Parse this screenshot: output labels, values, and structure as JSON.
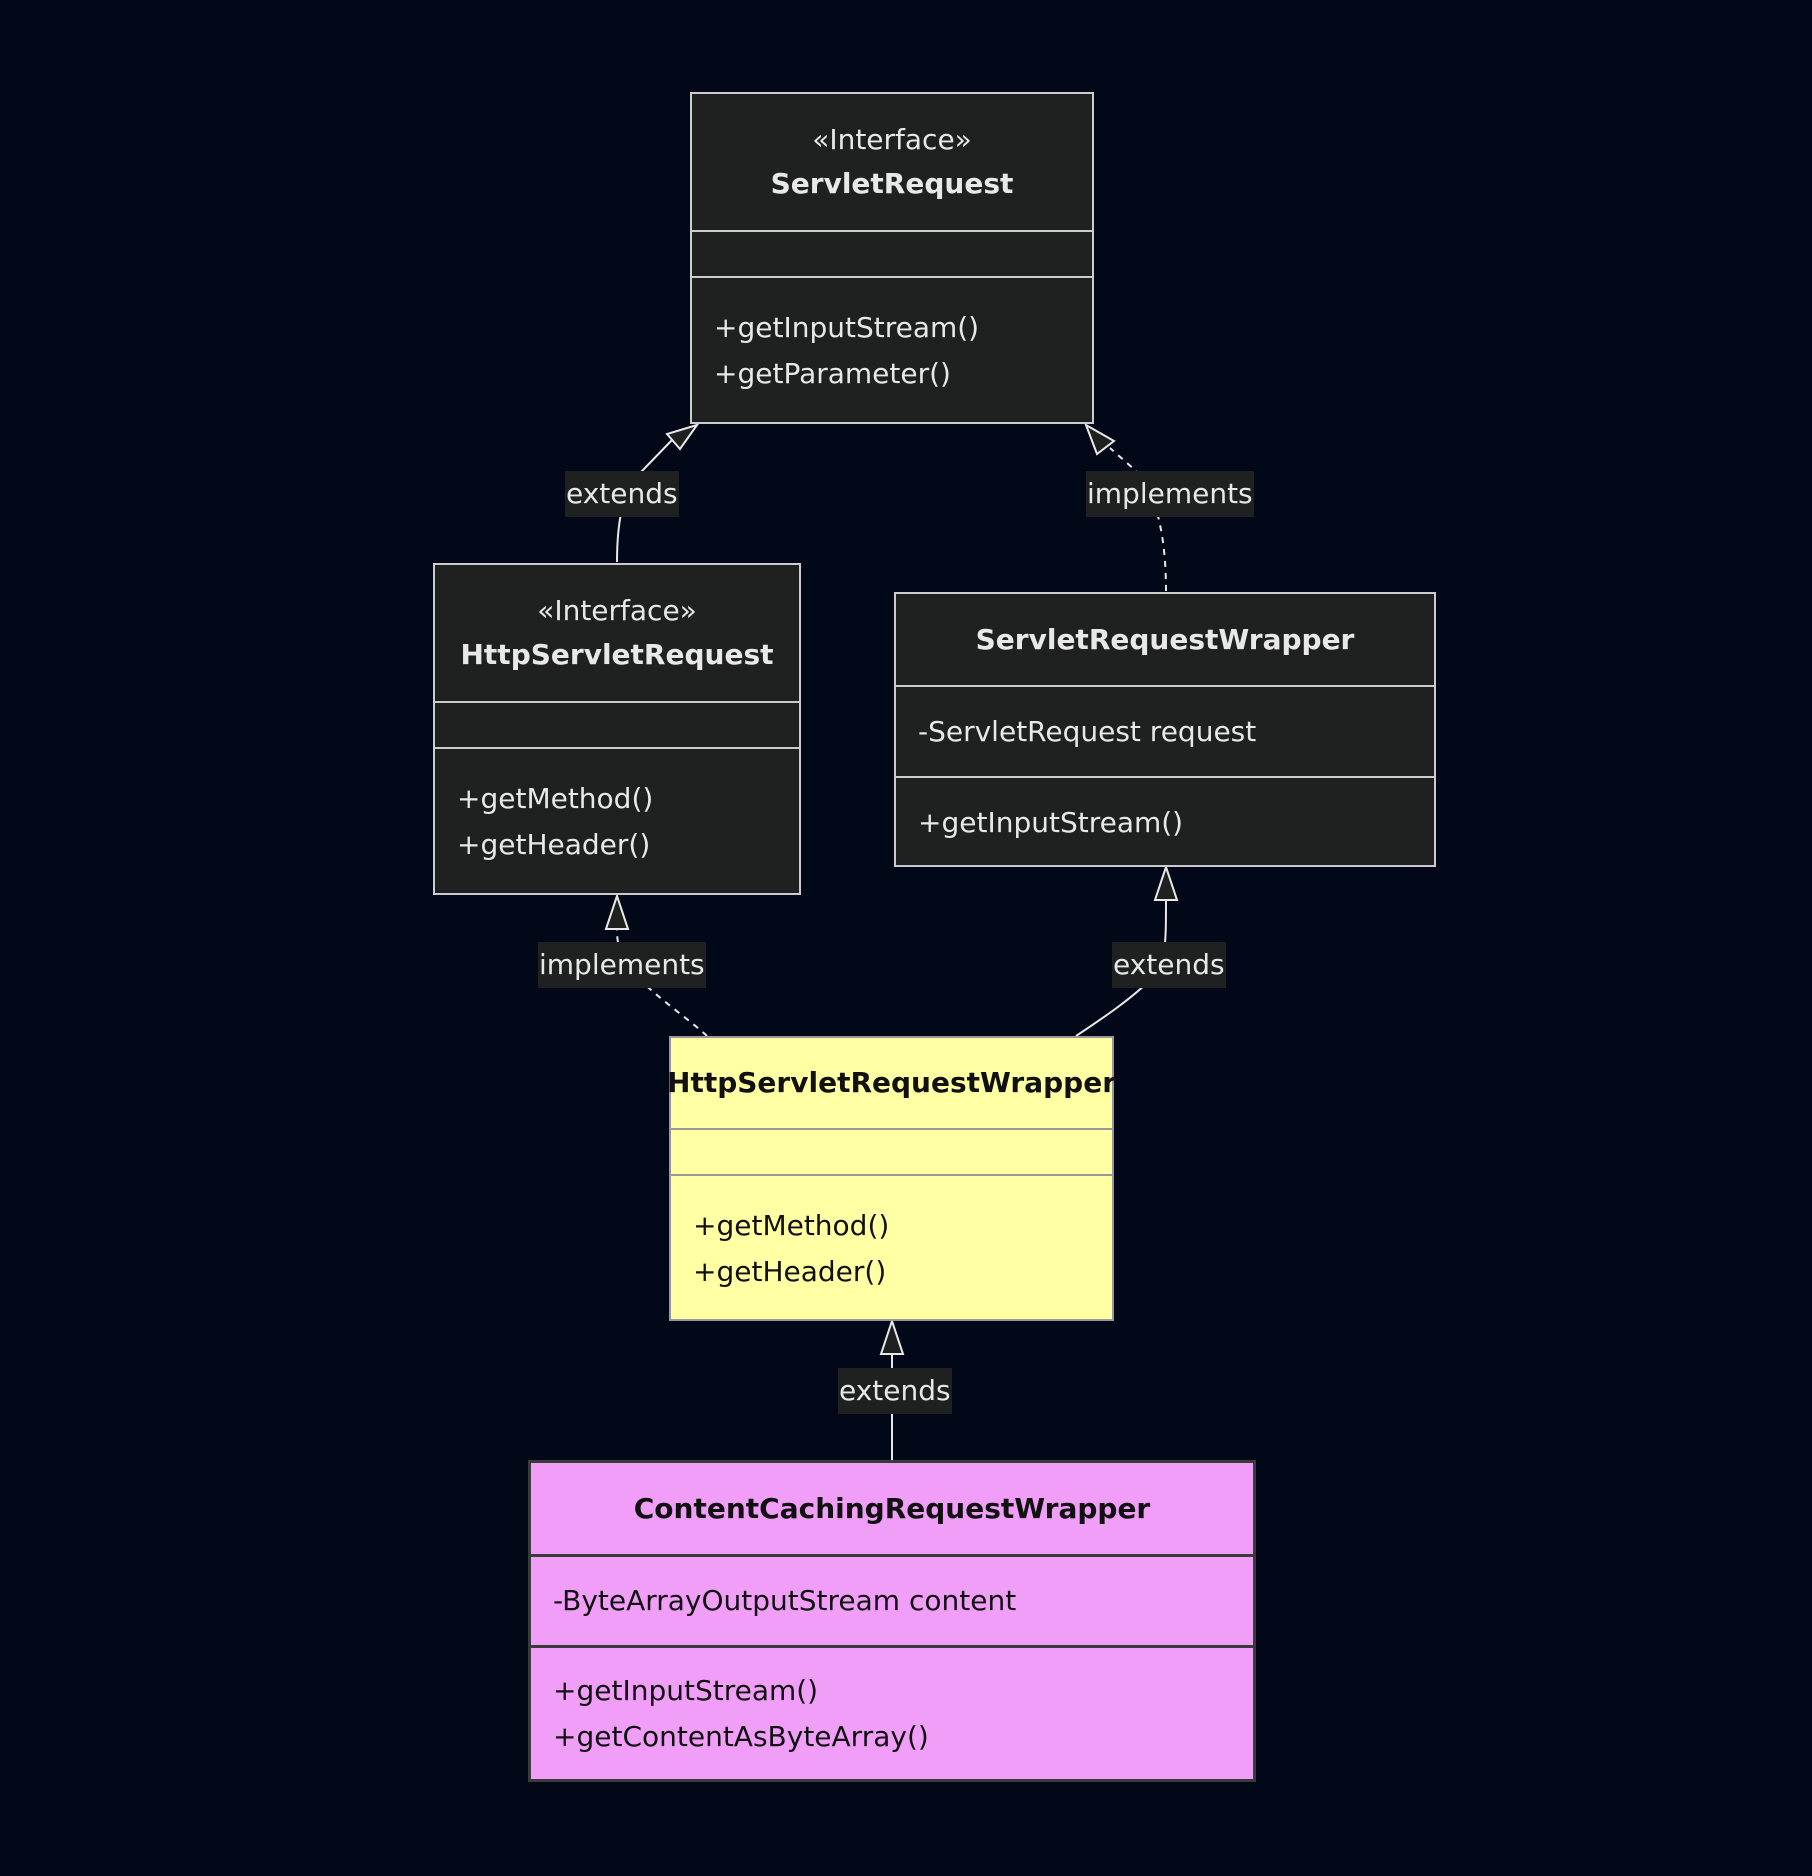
{
  "colors": {
    "background": "#020817",
    "node_fill": "#1f2020",
    "node_border": "#cccccc",
    "highlight_yellow": "#ffffa3",
    "highlight_pink": "#f09ef7"
  },
  "classes": {
    "servlet_request": {
      "stereotype": "«Interface»",
      "name": "ServletRequest",
      "attributes": [],
      "methods": [
        "+getInputStream()",
        "+getParameter()"
      ]
    },
    "http_servlet_request": {
      "stereotype": "«Interface»",
      "name": "HttpServletRequest",
      "attributes": [],
      "methods": [
        "+getMethod()",
        "+getHeader()"
      ]
    },
    "servlet_request_wrapper": {
      "name": "ServletRequestWrapper",
      "attributes": [
        "-ServletRequest request"
      ],
      "methods": [
        "+getInputStream()"
      ]
    },
    "http_servlet_request_wrapper": {
      "name": "HttpServletRequestWrapper",
      "attributes": [],
      "methods": [
        "+getMethod()",
        "+getHeader()"
      ]
    },
    "content_caching_request_wrapper": {
      "name": "ContentCachingRequestWrapper",
      "attributes": [
        "-ByteArrayOutputStream content"
      ],
      "methods": [
        "+getInputStream()",
        "+getContentAsByteArray()"
      ]
    }
  },
  "relations": [
    {
      "from": "HttpServletRequest",
      "to": "ServletRequest",
      "label": "extends",
      "style": "solid"
    },
    {
      "from": "ServletRequestWrapper",
      "to": "ServletRequest",
      "label": "implements",
      "style": "dashed"
    },
    {
      "from": "HttpServletRequestWrapper",
      "to": "HttpServletRequest",
      "label": "implements",
      "style": "dashed"
    },
    {
      "from": "HttpServletRequestWrapper",
      "to": "ServletRequestWrapper",
      "label": "extends",
      "style": "solid"
    },
    {
      "from": "ContentCachingRequestWrapper",
      "to": "HttpServletRequestWrapper",
      "label": "extends",
      "style": "solid"
    }
  ]
}
